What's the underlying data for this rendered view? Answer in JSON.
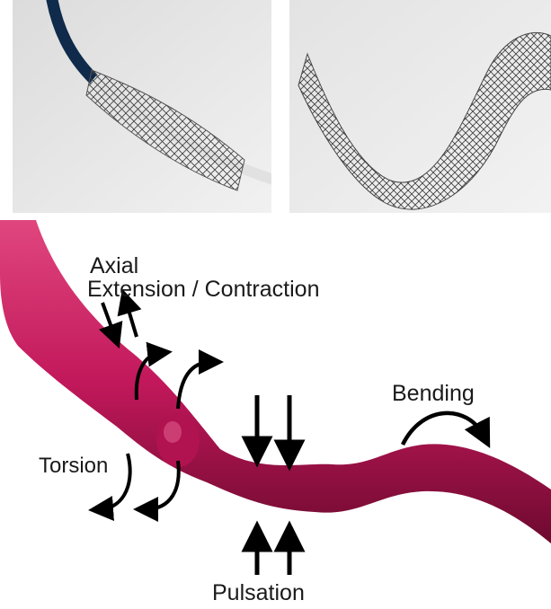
{
  "labels": {
    "axial": "Axial",
    "extension_contraction": "Extension / Contraction",
    "bending": "Bending",
    "torsion": "Torsion",
    "pulsation": "Pulsation"
  },
  "colors": {
    "vessel": "#c2185b",
    "vessel_dark": "#6d0a2e",
    "catheter": "#1e3f66",
    "photo_bg": "#e6e6e6",
    "arrow": "#000000"
  }
}
